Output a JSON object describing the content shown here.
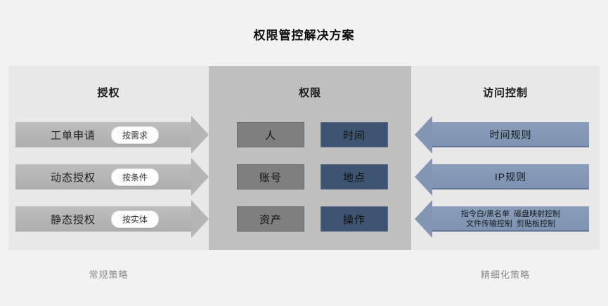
{
  "title": "权限管控解决方案",
  "colors": {
    "page_bg": "#f2f2f2",
    "side_panel_bg": "#e8e8e8",
    "middle_panel_bg": "#bfbfbf",
    "gray_arrow": "#b3b3b3",
    "gray_box": "#7f7f7f",
    "blue_box": "#3d5472",
    "blue_arrow": "#8296b4",
    "pill_bg": "#fdfdfd",
    "footer_text": "#8a8a8a"
  },
  "left": {
    "header": "授权",
    "footer": "常规策略",
    "arrows": [
      {
        "label": "工单申请",
        "tag": "按需求"
      },
      {
        "label": "动态授权",
        "tag": "按条件"
      },
      {
        "label": "静态授权",
        "tag": "按实体"
      }
    ]
  },
  "middle": {
    "header": "权限",
    "rows": [
      {
        "gray": "人",
        "blue": "时间"
      },
      {
        "gray": "账号",
        "blue": "地点"
      },
      {
        "gray": "资产",
        "blue": "操作"
      }
    ]
  },
  "right": {
    "header": "访问控制",
    "footer": "精细化策略",
    "arrows": [
      {
        "lines": [
          "时间规则",
          ""
        ]
      },
      {
        "lines": [
          "IP规则",
          ""
        ]
      },
      {
        "lines": [
          "指令白/黑名单  磁盘映射控制",
          "文件传输控制  剪贴板控制"
        ]
      }
    ]
  }
}
